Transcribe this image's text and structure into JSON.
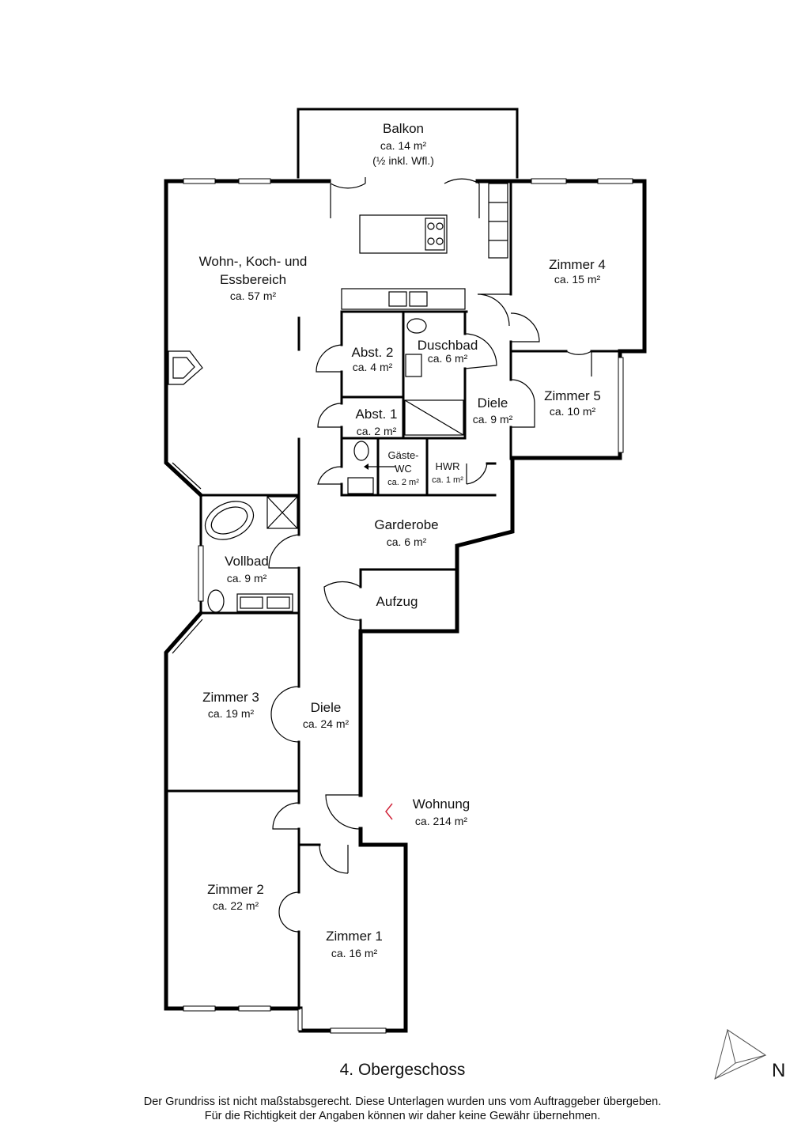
{
  "floor_title": "4. Obergeschoss",
  "disclaimer": {
    "line1": "Der Grundriss ist nicht maßstabsgerecht. Diese Unterlagen wurden uns vom Auftraggeber übergeben.",
    "line2": "Für die Richtigkeit der Angaben können wir daher keine Gewähr übernehmen."
  },
  "compass": {
    "letter": "N",
    "icon": "north-arrow-icon"
  },
  "rooms": {
    "balkon": {
      "name": "Balkon",
      "area": "ca. 14 m²",
      "note": "(½ inkl. Wfl.)"
    },
    "wohn": {
      "name1": "Wohn-, Koch- und",
      "name2": "Essbereich",
      "area": "ca. 57 m²"
    },
    "zimmer4": {
      "name": "Zimmer 4",
      "area": "ca. 15 m²"
    },
    "zimmer5": {
      "name": "Zimmer 5",
      "area": "ca. 10 m²"
    },
    "abst2": {
      "name": "Abst. 2",
      "area": "ca. 4 m²"
    },
    "duschbad": {
      "name": "Duschbad",
      "area": "ca. 6 m²"
    },
    "abst1": {
      "name": "Abst. 1",
      "area": "ca. 2 m²"
    },
    "diele_small": {
      "name": "Diele",
      "area": "ca. 9 m²"
    },
    "gaeste_wc": {
      "name1": "Gäste-",
      "name2": "WC",
      "area": "ca. 2 m²"
    },
    "hwr": {
      "name": "HWR",
      "area": "ca. 1 m²"
    },
    "garderobe": {
      "name": "Garderobe",
      "area": "ca. 6 m²"
    },
    "vollbad": {
      "name": "Vollbad",
      "area": "ca. 9 m²"
    },
    "aufzug": {
      "name": "Aufzug"
    },
    "zimmer3": {
      "name": "Zimmer 3",
      "area": "ca. 19 m²"
    },
    "diele_large": {
      "name": "Diele",
      "area": "ca. 24 m²"
    },
    "wohnung": {
      "name": "Wohnung",
      "area": "ca. 214 m²"
    },
    "zimmer2": {
      "name": "Zimmer 2",
      "area": "ca. 22 m²"
    },
    "zimmer1": {
      "name": "Zimmer 1",
      "area": "ca. 16 m²"
    }
  }
}
